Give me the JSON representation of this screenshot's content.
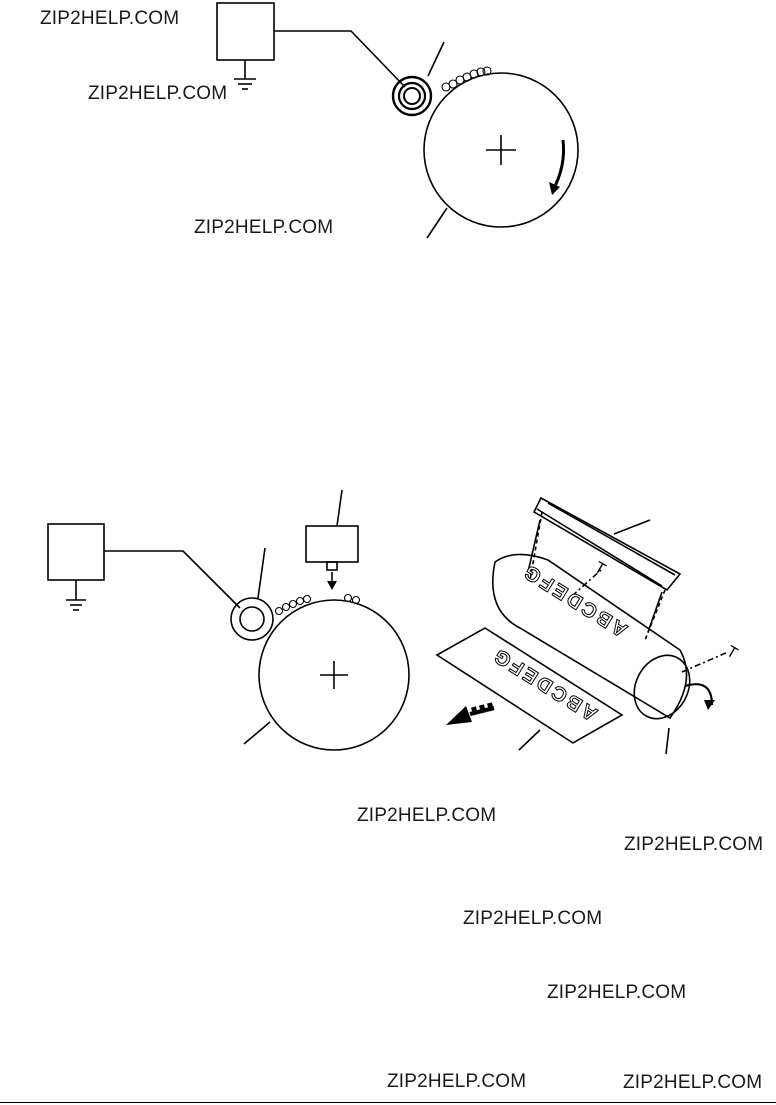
{
  "watermarks": [
    "ZIP2HELP.COM",
    "ZIP2HELP.COM",
    "ZIP2HELP.COM",
    "ZIP2HELP.COM",
    "ZIP2HELP.COM",
    "ZIP2HELP.COM",
    "ZIP2HELP.COM",
    "ZIP2HELP.COM",
    "ZIP2HELP.COM"
  ],
  "figure2": {
    "sheet_text": "ABCDEFG",
    "drum_text": "ABCDEFG"
  },
  "colors": {
    "line": "#000000",
    "background": "#ffffff"
  }
}
